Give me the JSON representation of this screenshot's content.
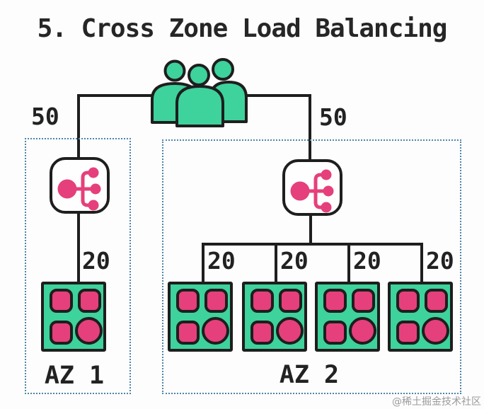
{
  "title": "5. Cross Zone Load Balancing",
  "watermark": "@稀土掘金技术社区",
  "colors": {
    "green": "#3ed29c",
    "pink": "#e5407b",
    "outline": "#1e1e1e",
    "dashed_border": "#4e85a6",
    "background": "#fdfdfd",
    "text": "#262626"
  },
  "labels": {
    "left_50": "50",
    "right_50": "50",
    "az1_20": "20",
    "az2_20s": [
      "20",
      "20",
      "20",
      "20"
    ],
    "az1": "AZ 1",
    "az2": "AZ 2"
  },
  "diagram": {
    "type": "topology",
    "nodes": [
      {
        "id": "clients",
        "icon": "users-group",
        "zone": null
      },
      {
        "id": "lb-az1",
        "icon": "load-balancer",
        "zone": "AZ 1"
      },
      {
        "id": "server-az1-1",
        "icon": "server-group",
        "zone": "AZ 1"
      },
      {
        "id": "lb-az2",
        "icon": "load-balancer",
        "zone": "AZ 2"
      },
      {
        "id": "server-az2-1",
        "icon": "server-group",
        "zone": "AZ 2"
      },
      {
        "id": "server-az2-2",
        "icon": "server-group",
        "zone": "AZ 2"
      },
      {
        "id": "server-az2-3",
        "icon": "server-group",
        "zone": "AZ 2"
      },
      {
        "id": "server-az2-4",
        "icon": "server-group",
        "zone": "AZ 2"
      }
    ],
    "edges": [
      {
        "from": "clients",
        "to": "lb-az1",
        "label": "50"
      },
      {
        "from": "clients",
        "to": "lb-az2",
        "label": "50"
      },
      {
        "from": "lb-az1",
        "to": "server-az1-1",
        "label": "20"
      },
      {
        "from": "lb-az2",
        "to": "server-az2-1",
        "label": "20"
      },
      {
        "from": "lb-az2",
        "to": "server-az2-2",
        "label": "20"
      },
      {
        "from": "lb-az2",
        "to": "server-az2-3",
        "label": "20"
      },
      {
        "from": "lb-az2",
        "to": "server-az2-4",
        "label": "20"
      }
    ]
  }
}
